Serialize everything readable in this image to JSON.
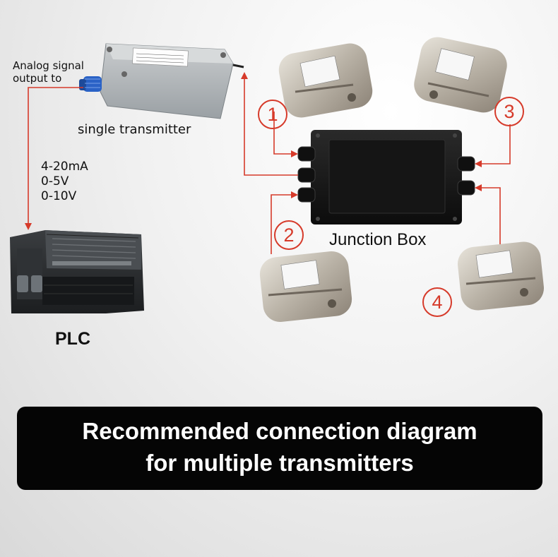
{
  "labels": {
    "analog_line1": "Analog signal",
    "analog_line2": "output to",
    "single_transmitter": "single transmitter",
    "signal_4_20": "4-20mA",
    "signal_0_5": "0-5V",
    "signal_0_10": "0-10V",
    "plc": "PLC",
    "junction_box": "Junction Box"
  },
  "sensor_numbers": [
    "1",
    "2",
    "3",
    "4"
  ],
  "banner": {
    "line1": "Recommended connection diagram",
    "line2": "for multiple transmitters"
  },
  "colors": {
    "arrow": "#d63a2a",
    "banner_bg": "#050505",
    "banner_text": "#ffffff"
  }
}
